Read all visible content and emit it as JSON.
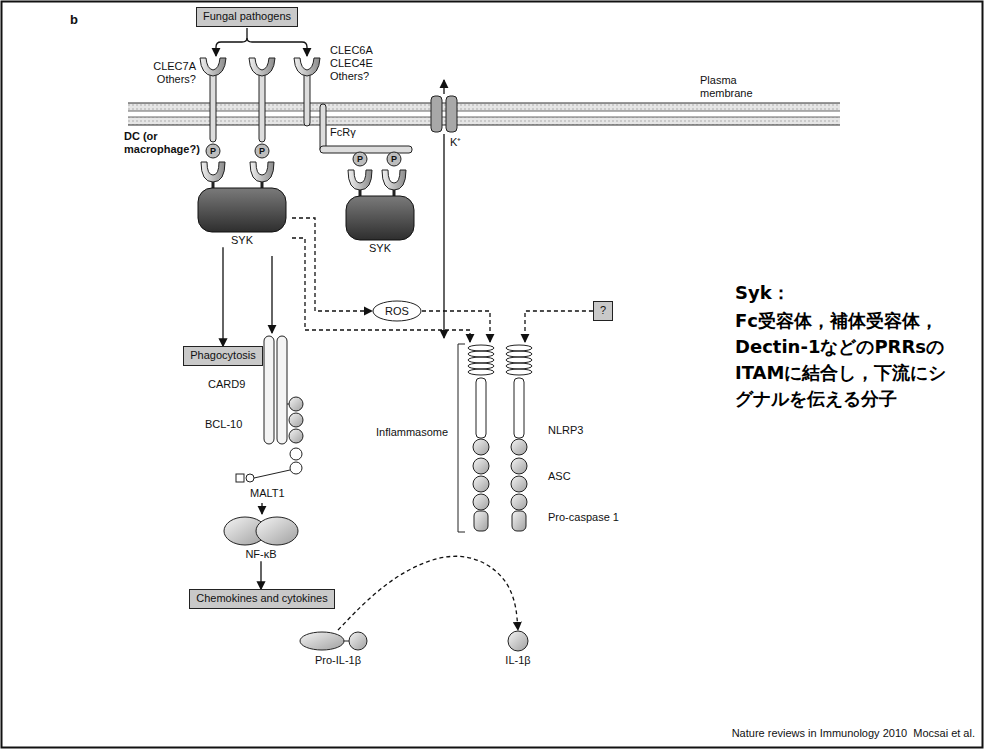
{
  "diagram": {
    "nodes": [
      {
        "text": [
          "Fungal pathogens"
        ]
      },
      {
        "text": [
          "SYK"
        ]
      },
      {
        "text": [
          "SYK"
        ]
      },
      {
        "text": [
          "ROS"
        ]
      },
      {
        "text": [
          "?"
        ]
      },
      {
        "text": [
          "Phagocytosis"
        ]
      },
      {
        "text": [
          "Inflammasome"
        ]
      },
      {
        "text": [
          "NF-κB"
        ]
      },
      {
        "text": [
          "Chemokines and cytokines"
        ]
      },
      {
        "text": [
          "Pro-IL-1β"
        ]
      },
      {
        "text": [
          "IL-1β"
        ]
      }
    ],
    "edges": [
      {
        "from": 1,
        "to": 5,
        "arrow": "to"
      },
      {
        "from": 1,
        "to": 3,
        "arrow": "to"
      },
      {
        "from": 1,
        "to": 6,
        "arrow": "to"
      },
      {
        "from": 3,
        "to": 6,
        "arrow": "to"
      },
      {
        "from": 4,
        "to": 6,
        "arrow": "to"
      },
      {
        "from": 7,
        "to": 8,
        "arrow": "to"
      },
      {
        "from": 9,
        "to": 10,
        "arrow": "to"
      }
    ],
    "labels": [
      "b",
      "CLEC7A Others?",
      "CLEC6A CLEC4E Others?",
      "FcRγ",
      "Plasma membrane",
      "K⁺",
      "DC (or macrophage?)",
      "P",
      "P",
      "P",
      "P",
      "CARD9",
      "BCL-10",
      "MALT1",
      "NLRP3",
      "ASC",
      "Pro-caspase 1",
      "Syk：",
      "Fc受容体，補体受容体，",
      "Dectin-1などのPRRsの",
      "ITAMに結合し，下流にシ",
      "グナルを伝える分子",
      "Nature reviews in Immunology 2010  Mocsai et al."
    ]
  }
}
